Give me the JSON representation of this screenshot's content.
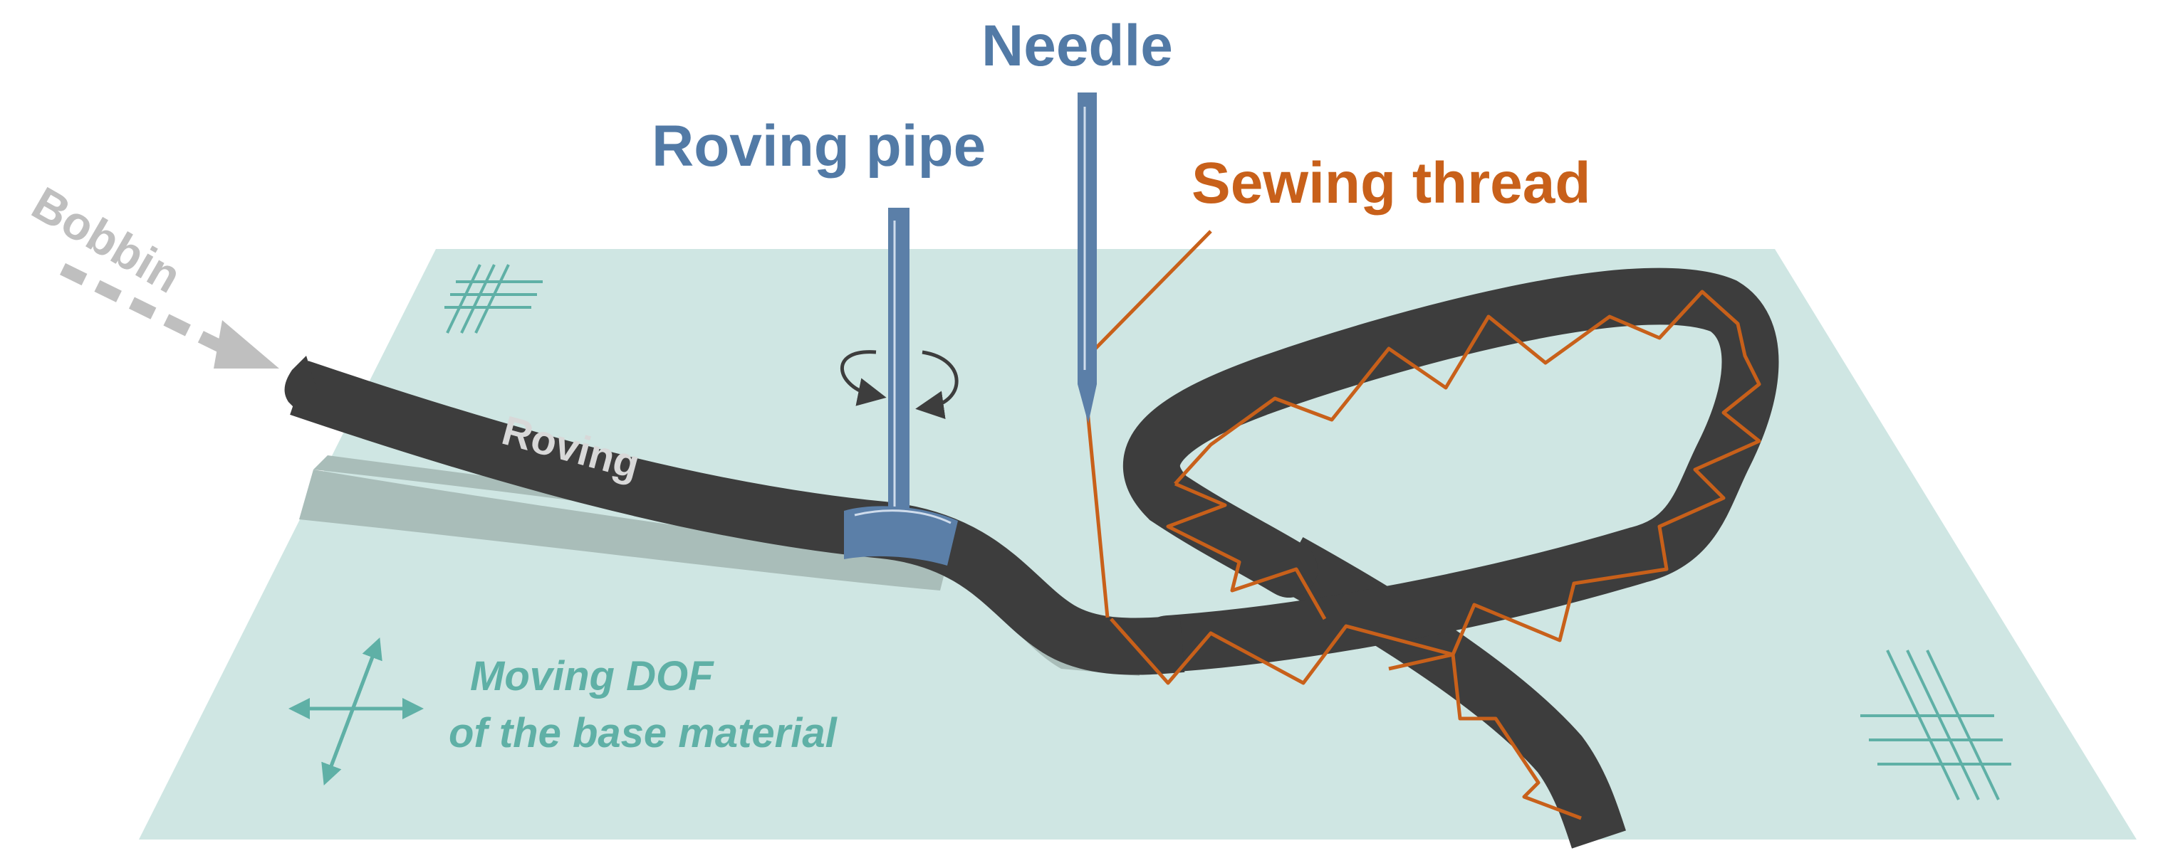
{
  "labels": {
    "needle": "Needle",
    "roving_pipe": "Roving pipe",
    "sewing_thread": "Sewing thread",
    "bobbin": "Bobbin",
    "roving": "Roving",
    "dof_line1": "Moving DOF",
    "dof_line2": "of the base material"
  },
  "colors": {
    "label_blue": "#527aa6",
    "pipe_blue": "#5b7fa8",
    "thread_orange": "#c8601a",
    "roving_dark": "#3d3d3d",
    "base_material": "#cfe6e3",
    "base_shadow": "#a9bdb9",
    "teal_marks": "#5fb0a6",
    "bobbin_gray": "#bfbfbf"
  },
  "icons": {
    "rotation": "rotation-arrows-icon",
    "dof": "four-way-arrows-icon",
    "hatch": "hatch-marks-icon"
  }
}
